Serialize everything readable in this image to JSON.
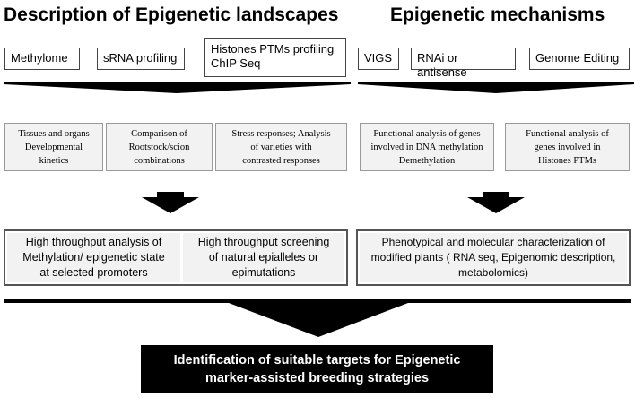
{
  "headings": {
    "left": "Description of Epigenetic landscapes",
    "right": "Epigenetic mechanisms"
  },
  "left_methods": [
    "Methylome",
    "sRNA profiling",
    "Histones PTMs profiling\nChIP Seq"
  ],
  "right_methods": [
    "VIGS",
    "RNAi or antisense",
    "Genome Editing"
  ],
  "left_analyses": [
    "Tissues and organs\nDevelopmental\nkinetics",
    "Comparison of\nRootstock/scion\ncombinations",
    "Stress responses; Analysis\nof varieties with\ncontrasted responses"
  ],
  "right_analyses": [
    "Functional analysis of genes\ninvolved in DNA methylation\nDemethylation",
    "Functional analysis of\ngenes involved in\nHistones PTMs"
  ],
  "left_results": [
    "High throughput analysis of\nMethylation/ epigenetic state\nat selected  promoters",
    "High throughput screening\nof natural epialleles or\nepimutations"
  ],
  "right_result": "Phenotypical and molecular characterization of\nmodified plants ( RNA seq, Epigenomic description,\nmetabolomics)",
  "final": "Identification of suitable targets for Epigenetic\nmarker-assisted breeding strategies",
  "colors": {
    "box_fill": "#f2f2f2",
    "final_fill": "#000000",
    "final_text": "#ffffff",
    "bars": "#000000"
  }
}
